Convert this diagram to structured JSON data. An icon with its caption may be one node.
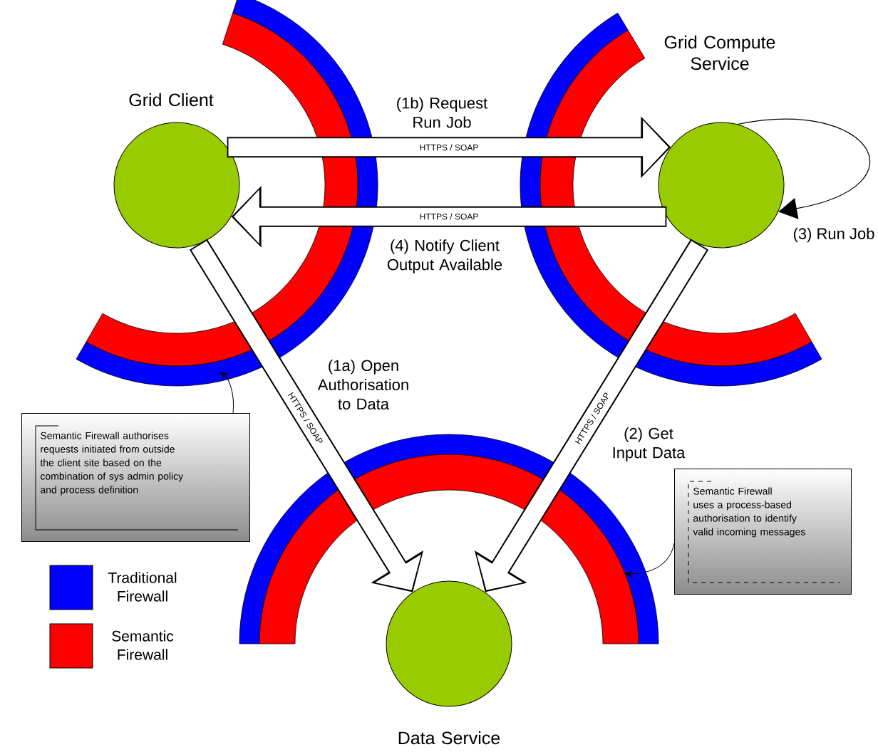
{
  "diagram": {
    "nodes": [
      {
        "text": [
          "Grid Client"
        ]
      },
      {
        "text": [
          "Grid Compute Service"
        ]
      },
      {
        "text": [
          "Data Service"
        ]
      },
      {
        "text": [
          "Semantic Firewall authorises requests initiated from outside the client site based on the combination of sys admin policy and process definition"
        ]
      },
      {
        "text": [
          "Semantic Firewall uses a process-based authorisation to identify valid incoming messages"
        ]
      }
    ],
    "edges": [
      {
        "from": 0,
        "to": 1,
        "arrow": "to",
        "label": "(1b) Request Run Job"
      },
      {
        "from": 1,
        "to": 0,
        "arrow": "to",
        "label": "(4) Notify Client Output Available"
      },
      {
        "from": 0,
        "to": 2,
        "arrow": "to",
        "label": "(1a) Open Authorisation to Data"
      },
      {
        "from": 1,
        "to": 2,
        "arrow": "to",
        "label": "(2) Get Input Data"
      },
      {
        "from": 1,
        "to": 1,
        "arrow": "to",
        "label": "(3) Run Job",
        "color": "#000000"
      },
      {
        "from": 3,
        "to": null,
        "arrow": "to",
        "color": "#000000"
      },
      {
        "from": 4,
        "to": null,
        "arrow": "to",
        "color": "#000000"
      }
    ],
    "labels": [
      "HTTPS / SOAP",
      "HTTPS / SOAP",
      "HTTPS / SOAP",
      "HTTPS / SOAP"
    ],
    "legend": [
      {
        "text": "Traditional Firewall",
        "color": "#0000ff"
      },
      {
        "text": "Semantic Firewall",
        "color": "#ff0000"
      }
    ]
  }
}
